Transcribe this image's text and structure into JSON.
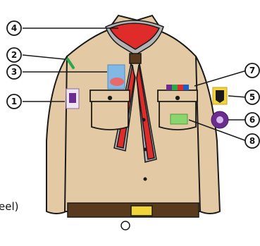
{
  "diagram": {
    "markers": [
      "1",
      "2",
      "3",
      "4",
      "5",
      "6",
      "7",
      "8"
    ],
    "side_text": "eel)"
  },
  "colors": {
    "shirt": "#e3c9a4",
    "outline": "#1a1a1a",
    "neckerchief_red": "#e02b2b",
    "neckerchief_grey": "#b3b3b3",
    "belt": "#5a3a1c",
    "buckle": "#f1d43a",
    "patch_blue": "#82b8e6",
    "patch_purple": "#6a2d8f"
  }
}
